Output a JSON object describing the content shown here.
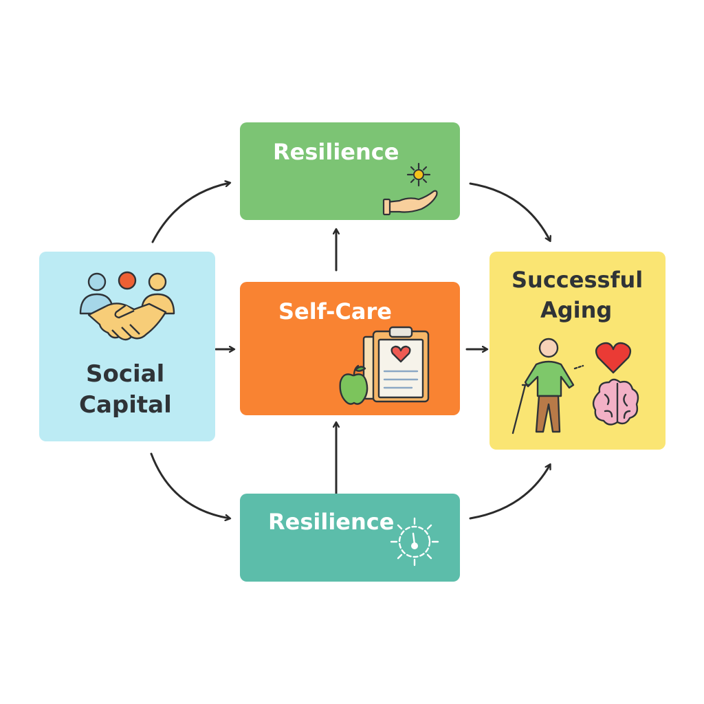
{
  "nodes": {
    "resilience_top": {
      "label": "Resilience",
      "color": "#7cc474",
      "icon": "hand-holding-sun-icon"
    },
    "social_capital": {
      "label_line1": "Social",
      "label_line2": "Capital",
      "color": "#bcebf4",
      "icon": "handshake-people-icon"
    },
    "self_care": {
      "label": "Self-Care",
      "color": "#f98332",
      "icon": "apple-clipboard-heart-icon"
    },
    "successful_aging": {
      "label_line1": "Successful",
      "label_line2": "Aging",
      "color": "#fae573",
      "icon": "elder-heart-brain-icon"
    },
    "resilience_bottom": {
      "label": "Resilience",
      "color": "#5cbdaa",
      "icon": "compass-icon"
    }
  },
  "edges": [
    {
      "from": "social_capital",
      "to": "resilience_top"
    },
    {
      "from": "social_capital",
      "to": "self_care"
    },
    {
      "from": "social_capital",
      "to": "resilience_bottom"
    },
    {
      "from": "resilience_bottom",
      "to": "self_care"
    },
    {
      "from": "self_care",
      "to": "resilience_top"
    },
    {
      "from": "self_care",
      "to": "successful_aging"
    },
    {
      "from": "resilience_top",
      "to": "successful_aging"
    },
    {
      "from": "resilience_bottom",
      "to": "successful_aging"
    }
  ],
  "colors": {
    "arrow": "#2b2b2b",
    "text_dark": "#2f3337",
    "text_light": "#ffffff"
  }
}
